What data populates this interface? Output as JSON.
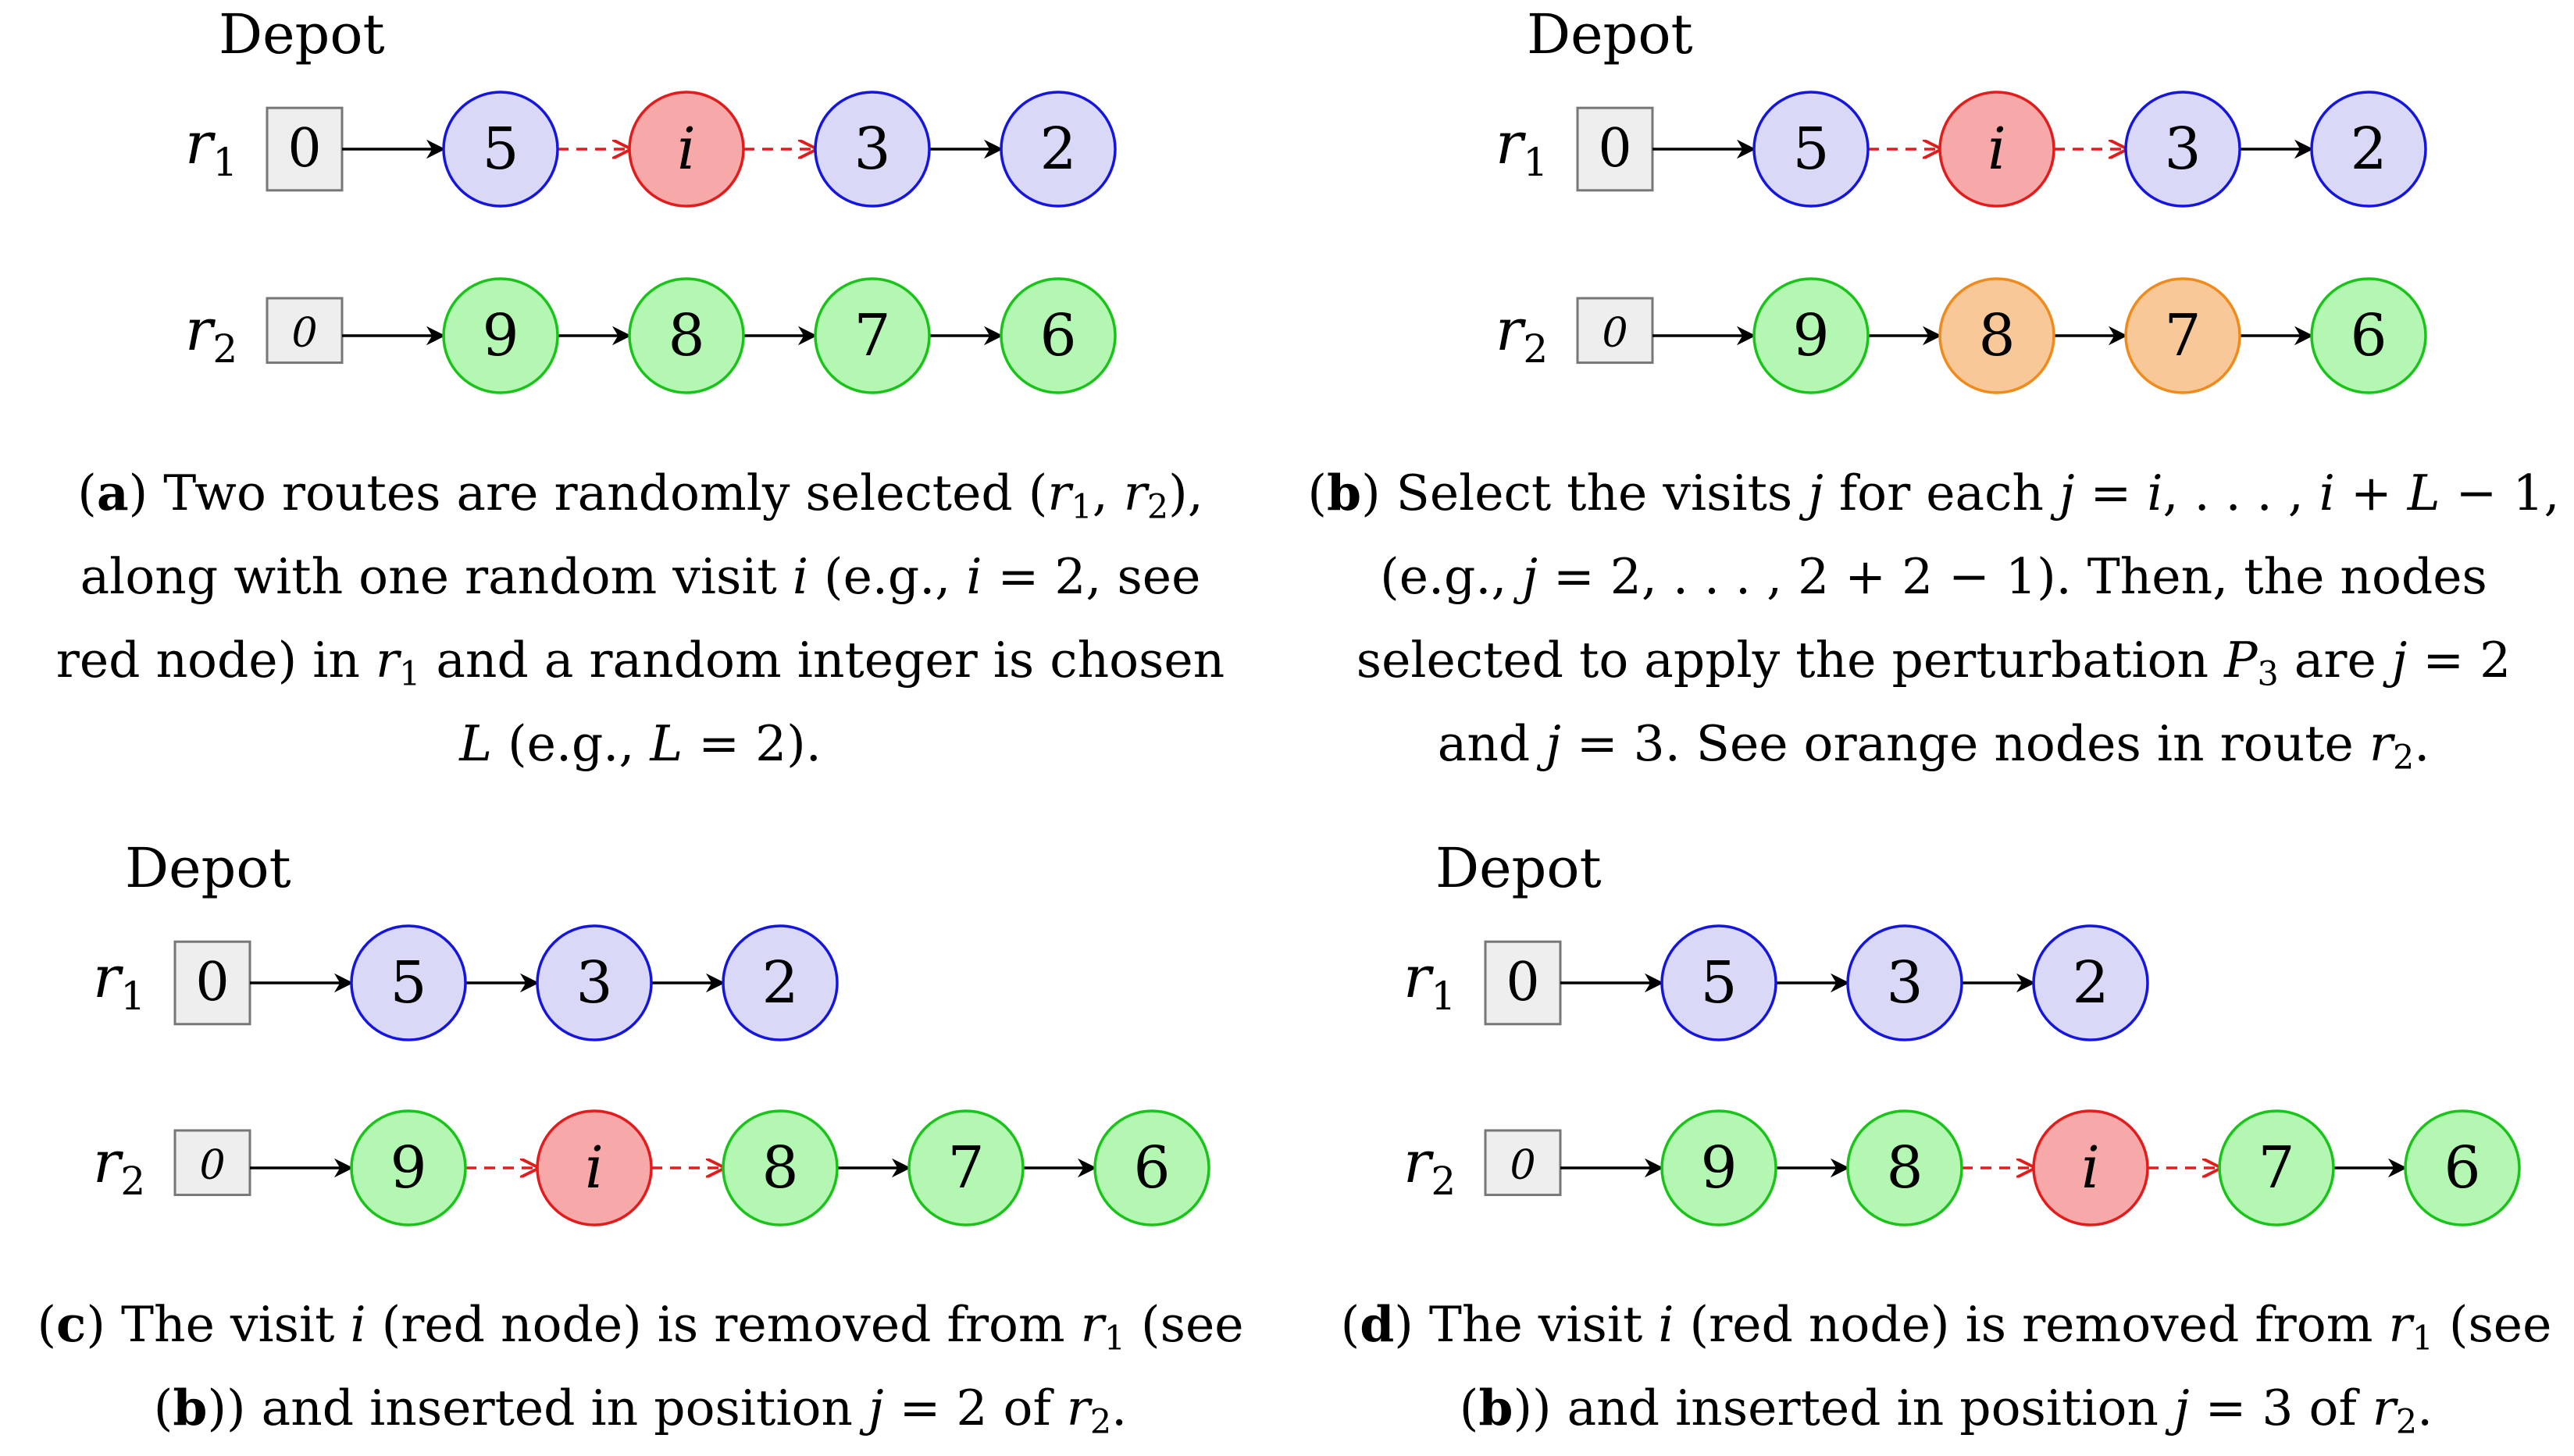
{
  "colors": {
    "blue_fill": "#d9d9f7",
    "blue_stroke": "#1515e0",
    "red_fill": "#f7a8a8",
    "red_stroke": "#e31b1b",
    "green_fill": "#b3f7b3",
    "green_stroke": "#19c419",
    "orange_fill": "#f9c898",
    "orange_stroke": "#f08a1a",
    "depot_fill": "#eeeeee",
    "depot_stroke": "#777777",
    "arrow_solid": "#000000",
    "arrow_dashed": "#e31b1b"
  },
  "panels": [
    {
      "depot_label": "Depot",
      "routes": [
        {
          "label": "r",
          "sub": "1",
          "depot": "0",
          "depot_italic": false,
          "nodes": [
            {
              "v": "5",
              "c": "blue"
            },
            {
              "v": "i",
              "c": "red",
              "italic": true
            },
            {
              "v": "3",
              "c": "blue"
            },
            {
              "v": "2",
              "c": "blue"
            }
          ],
          "dashed_links": [
            1,
            2
          ]
        },
        {
          "label": "r",
          "sub": "2",
          "depot": "0",
          "depot_italic": true,
          "nodes": [
            {
              "v": "9",
              "c": "green"
            },
            {
              "v": "8",
              "c": "green"
            },
            {
              "v": "7",
              "c": "green"
            },
            {
              "v": "6",
              "c": "green"
            }
          ],
          "dashed_links": []
        }
      ],
      "caption": {
        "letter": "a",
        "lines": [
          "Two routes are randomly selected (r₁, r₂),",
          "along with one random visit i (e.g., i = 2, see",
          "red node) in r₁ and a random integer is chosen",
          "L (e.g., L = 2)."
        ]
      }
    },
    {
      "depot_label": "Depot",
      "routes": [
        {
          "label": "r",
          "sub": "1",
          "depot": "0",
          "depot_italic": false,
          "nodes": [
            {
              "v": "5",
              "c": "blue"
            },
            {
              "v": "i",
              "c": "red",
              "italic": true
            },
            {
              "v": "3",
              "c": "blue"
            },
            {
              "v": "2",
              "c": "blue"
            }
          ],
          "dashed_links": [
            1,
            2
          ]
        },
        {
          "label": "r",
          "sub": "2",
          "depot": "0",
          "depot_italic": true,
          "nodes": [
            {
              "v": "9",
              "c": "green"
            },
            {
              "v": "8",
              "c": "orange"
            },
            {
              "v": "7",
              "c": "orange"
            },
            {
              "v": "6",
              "c": "green"
            }
          ],
          "dashed_links": []
        }
      ],
      "caption": {
        "letter": "b",
        "lines": [
          "Select the visits j for each j = i, . . . , i + L − 1,",
          "(e.g., j = 2, . . . , 2 + 2 − 1). Then, the nodes",
          "selected to apply the perturbation P₃ are j = 2",
          "and j = 3. See orange nodes in route r₂."
        ]
      }
    },
    {
      "depot_label": "Depot",
      "routes": [
        {
          "label": "r",
          "sub": "1",
          "depot": "0",
          "depot_italic": false,
          "nodes": [
            {
              "v": "5",
              "c": "blue"
            },
            {
              "v": "3",
              "c": "blue"
            },
            {
              "v": "2",
              "c": "blue"
            }
          ],
          "dashed_links": []
        },
        {
          "label": "r",
          "sub": "2",
          "depot": "0",
          "depot_italic": true,
          "nodes": [
            {
              "v": "9",
              "c": "green"
            },
            {
              "v": "i",
              "c": "red",
              "italic": true
            },
            {
              "v": "8",
              "c": "green"
            },
            {
              "v": "7",
              "c": "green"
            },
            {
              "v": "6",
              "c": "green"
            }
          ],
          "dashed_links": [
            1,
            2
          ]
        }
      ],
      "caption": {
        "letter": "c",
        "lines": [
          "The visit i (red node) is removed from r₁ (see",
          "(b)) and inserted in position j = 2 of r₂."
        ]
      }
    },
    {
      "depot_label": "Depot",
      "routes": [
        {
          "label": "r",
          "sub": "1",
          "depot": "0",
          "depot_italic": false,
          "nodes": [
            {
              "v": "5",
              "c": "blue"
            },
            {
              "v": "3",
              "c": "blue"
            },
            {
              "v": "2",
              "c": "blue"
            }
          ],
          "dashed_links": []
        },
        {
          "label": "r",
          "sub": "2",
          "depot": "0",
          "depot_italic": true,
          "nodes": [
            {
              "v": "9",
              "c": "green"
            },
            {
              "v": "8",
              "c": "green"
            },
            {
              "v": "i",
              "c": "red",
              "italic": true
            },
            {
              "v": "7",
              "c": "green"
            },
            {
              "v": "6",
              "c": "green"
            }
          ],
          "dashed_links": [
            2,
            3
          ]
        }
      ],
      "caption": {
        "letter": "d",
        "lines": [
          "The visit i (red node) is removed from r₁ (see",
          "(b)) and inserted in position j = 3 of r₂."
        ]
      }
    }
  ]
}
